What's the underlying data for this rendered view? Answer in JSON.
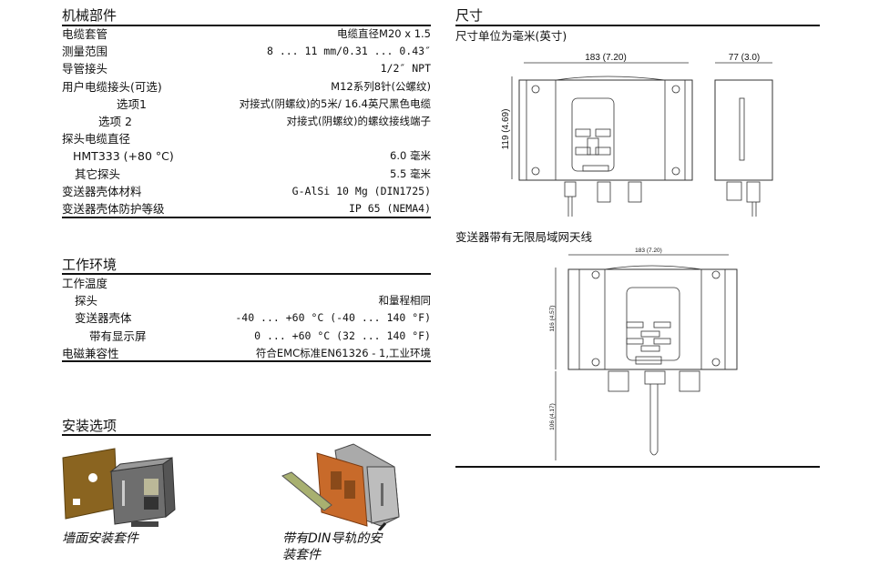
{
  "mechanical": {
    "title": "机械部件",
    "rows": [
      {
        "k": "电缆套管",
        "v": "电缆直径M20 x 1.5"
      },
      {
        "k": "测量范围",
        "v": "8 ... 11 mm/0.31 ... 0.43″"
      },
      {
        "k": "导管接头",
        "v": "1/2″ NPT"
      },
      {
        "k": "用户电缆接头(可选)",
        "v": "M12系列8针(公螺纹)"
      },
      {
        "k": "选项1",
        "v": "对接式(阴螺纹)的5米/ 16.4英尺黑色电缆"
      },
      {
        "k": "选项 2",
        "v": "对接式(阴螺纹)的螺纹接线端子"
      },
      {
        "k": "探头电缆直径",
        "v": ""
      },
      {
        "k": "HMT333 (+80 °C)",
        "v": "6.0 毫米"
      },
      {
        "k": "其它探头",
        "v": "5.5 毫米"
      },
      {
        "k": "变送器壳体材料",
        "v": "G-AlSi 10 Mg (DIN1725)"
      },
      {
        "k": "变送器壳体防护等级",
        "v": "IP 65 (NEMA4)"
      }
    ]
  },
  "environment": {
    "title": "工作环境",
    "rows": [
      {
        "k": "工作温度",
        "v": ""
      },
      {
        "k": "探头",
        "v": "和量程相同"
      },
      {
        "k": "变送器壳体",
        "v": "-40 ... +60 °C (-40 ...  140 °F)"
      },
      {
        "k": "带有显示屏",
        "v": "0 ... +60 °C (32 ... 140 °F)"
      },
      {
        "k": "电磁兼容性",
        "v": "符合EMC标准EN61326 - 1,工业环境"
      }
    ]
  },
  "mounting": {
    "title": "安装选项",
    "wall_caption": "墙面安装套件",
    "din_caption_1": "带有DIN导轨的安",
    "din_caption_2": "装套件"
  },
  "dimensions": {
    "title": "尺寸",
    "subtitle": "尺寸单位为毫米(英寸)",
    "front_width": "183 (7.20)",
    "front_height": "119 (4.69)",
    "side_depth": "77 (3.0)",
    "wlan_title": "变送器带有无限局域网天线",
    "wlan_width": "183 (7.20)",
    "wlan_height": "116 (4.57)",
    "wlan_antenna": "106 (4.17)"
  }
}
